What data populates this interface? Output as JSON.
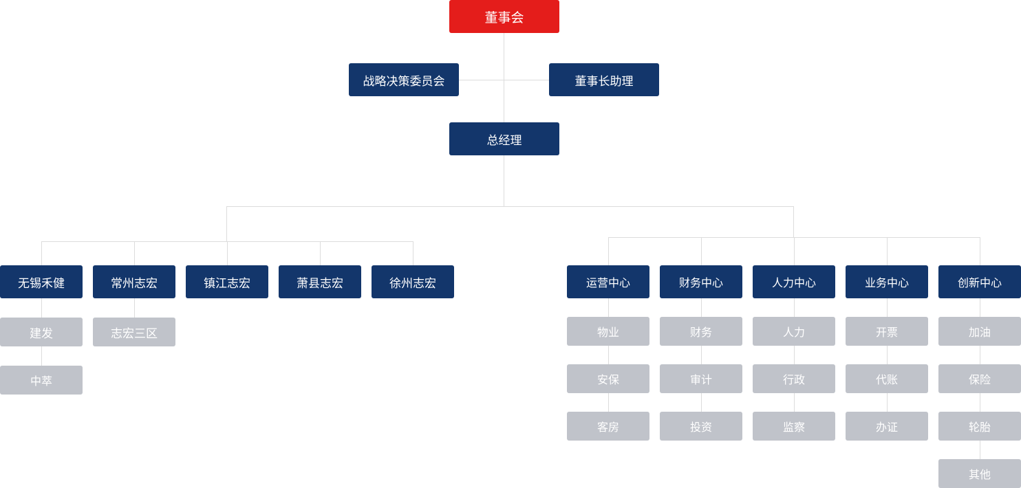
{
  "org": {
    "board": "董事会",
    "committee": "战略决策委员会",
    "assistant": "董事长助理",
    "gm": "总经理",
    "branches": [
      {
        "label": "无锡禾健",
        "children": [
          "建发",
          "中萃"
        ]
      },
      {
        "label": "常州志宏",
        "children": [
          "志宏三区"
        ]
      },
      {
        "label": "镇江志宏",
        "children": []
      },
      {
        "label": "萧县志宏",
        "children": []
      },
      {
        "label": "徐州志宏",
        "children": []
      }
    ],
    "centers": [
      {
        "label": "运营中心",
        "children": [
          "物业",
          "安保",
          "客房"
        ]
      },
      {
        "label": "财务中心",
        "children": [
          "财务",
          "审计",
          "投资"
        ]
      },
      {
        "label": "人力中心",
        "children": [
          "人力",
          "行政",
          "监察"
        ]
      },
      {
        "label": "业务中心",
        "children": [
          "开票",
          "代账",
          "办证"
        ]
      },
      {
        "label": "创新中心",
        "children": [
          "加油",
          "保险",
          "轮胎",
          "其他"
        ]
      }
    ]
  },
  "colors": {
    "board": "#e41d1b",
    "unit": "#13366b",
    "sub_unit": "#c0c3ca",
    "connector": "#dcdcdc"
  }
}
